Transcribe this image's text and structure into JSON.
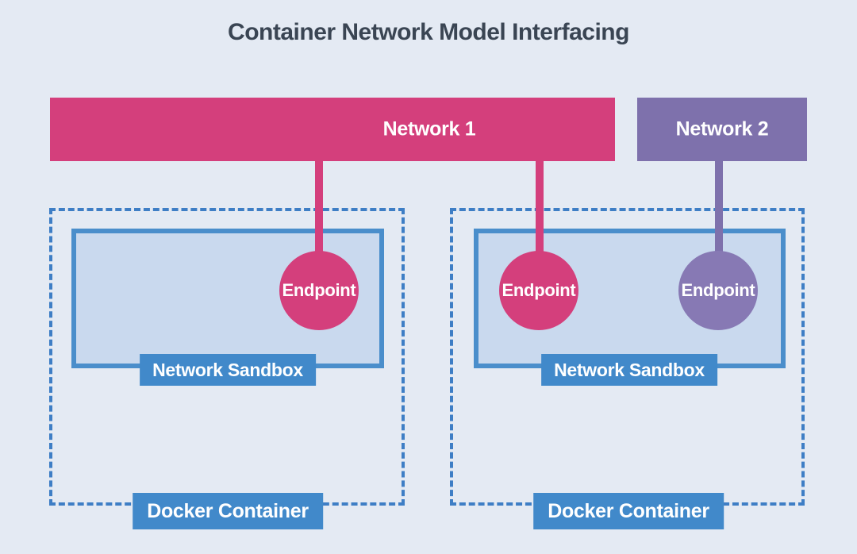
{
  "title": "Container Network Model Interfacing",
  "colors": {
    "bg": "#e4eaf3",
    "pink": "#d43f7c",
    "purple": "#7e71ac",
    "purple-light": "#8779b4",
    "blue-label": "#4189ca",
    "sandbox-border": "#4a8ecb",
    "sandbox-fill": "#c9d9ee",
    "dashed-border": "#3e7ec5",
    "title-text": "#3a4553",
    "label-text": "#ffffff"
  },
  "networks": [
    {
      "label": "Network 1"
    },
    {
      "label": "Network 2"
    }
  ],
  "containers": [
    {
      "label": "Docker Container",
      "sandbox_label": "Network Sandbox",
      "endpoints": [
        {
          "label": "Endpoint",
          "connected_network": "Network 1"
        }
      ]
    },
    {
      "label": "Docker Container",
      "sandbox_label": "Network Sandbox",
      "endpoints": [
        {
          "label": "Endpoint",
          "connected_network": "Network 1"
        },
        {
          "label": "Endpoint",
          "connected_network": "Network 2"
        }
      ]
    }
  ]
}
